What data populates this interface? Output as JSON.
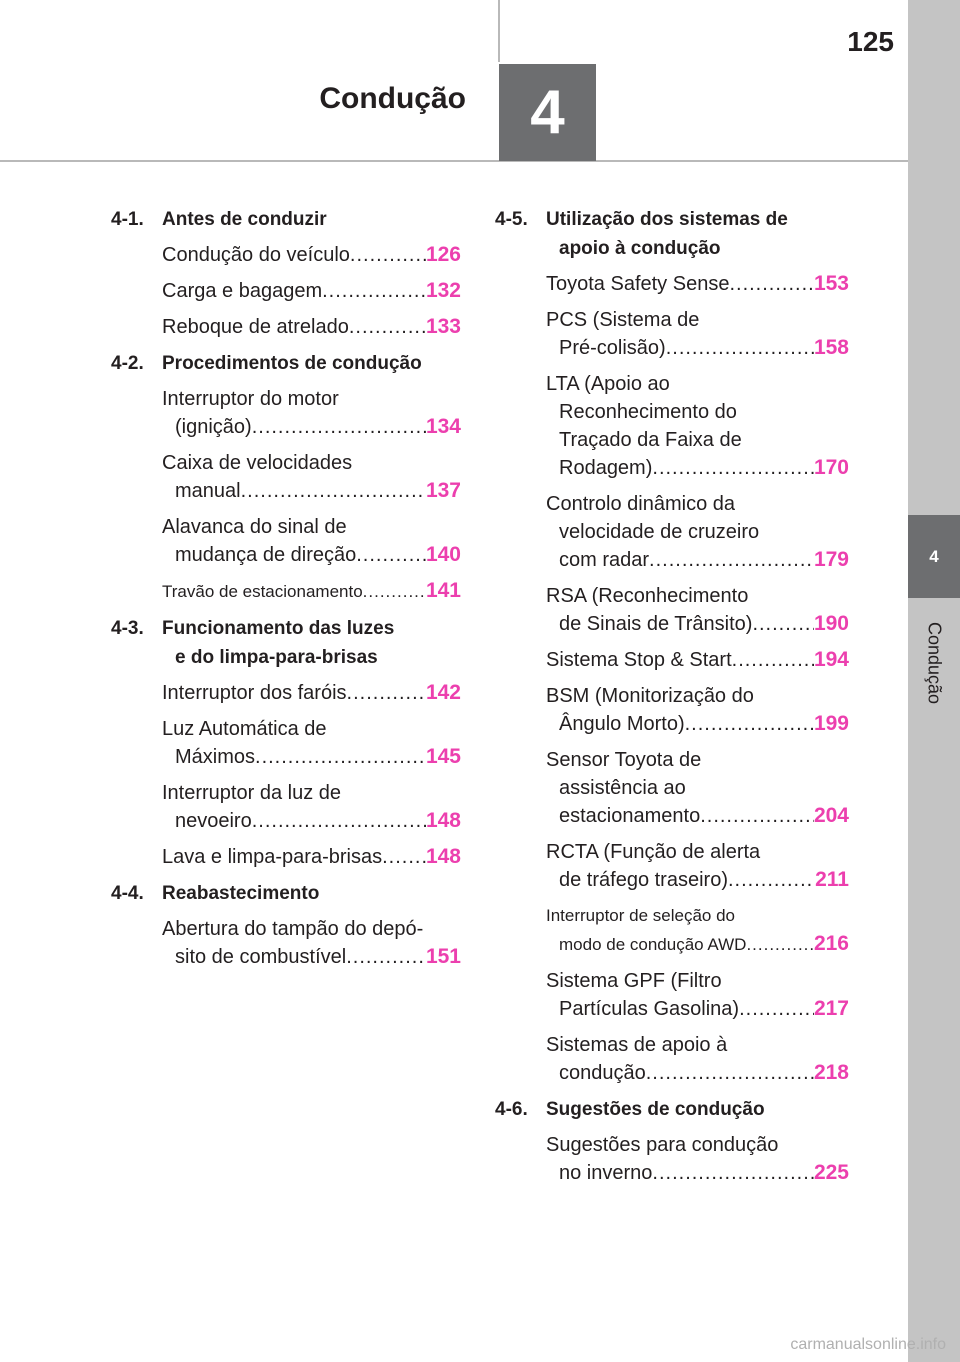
{
  "page_number": "125",
  "chapter_number": "4",
  "chapter_title": "Condução",
  "side_tab_number": "4",
  "side_tab_label": "Condução",
  "footer_text": "carmanualsonline.info",
  "sections_left": [
    {
      "number": "4-1.",
      "title_lines": [
        "Antes de conduzir"
      ],
      "entries": [
        {
          "lines": [
            "Condução do veículo"
          ],
          "page": "126"
        },
        {
          "lines": [
            "Carga e bagagem"
          ],
          "page": "132"
        },
        {
          "lines": [
            "Reboque de atrelado"
          ],
          "page": "133"
        }
      ]
    },
    {
      "number": "4-2.",
      "title_lines": [
        "Procedimentos de condução"
      ],
      "entries": [
        {
          "lines": [
            "Interruptor do motor",
            "(ignição)"
          ],
          "page": "134"
        },
        {
          "lines": [
            "Caixa de velocidades",
            "manual"
          ],
          "page": "137"
        },
        {
          "lines": [
            "Alavanca do sinal de",
            "mudança de direção"
          ],
          "page": "140"
        },
        {
          "lines": [
            "Travão de estacionamento"
          ],
          "page": "141",
          "small": true
        }
      ]
    },
    {
      "number": "4-3.",
      "title_lines": [
        "Funcionamento das luzes",
        "e do limpa-para-brisas"
      ],
      "entries": [
        {
          "lines": [
            "Interruptor dos faróis"
          ],
          "page": "142"
        },
        {
          "lines": [
            "Luz Automática de",
            "Máximos"
          ],
          "page": "145"
        },
        {
          "lines": [
            "Interruptor da luz de",
            "nevoeiro"
          ],
          "page": "148"
        },
        {
          "lines": [
            "Lava e limpa-para-brisas"
          ],
          "page": "148"
        }
      ]
    },
    {
      "number": "4-4.",
      "title_lines": [
        "Reabastecimento"
      ],
      "entries": [
        {
          "lines": [
            "Abertura do tampão do depó-",
            "sito de combustível"
          ],
          "page": "151"
        }
      ]
    }
  ],
  "sections_right": [
    {
      "number": "4-5.",
      "title_lines": [
        "Utilização dos sistemas de",
        "apoio à condução"
      ],
      "entries": [
        {
          "lines": [
            "Toyota Safety Sense"
          ],
          "page": "153"
        },
        {
          "lines": [
            "PCS (Sistema de",
            "Pré-colisão)"
          ],
          "page": "158"
        },
        {
          "lines": [
            "LTA (Apoio ao",
            "Reconhecimento do",
            "Traçado da Faixa de",
            "Rodagem)"
          ],
          "page": "170"
        },
        {
          "lines": [
            "Controlo dinâmico da",
            "velocidade de cruzeiro",
            "com radar"
          ],
          "page": "179"
        },
        {
          "lines": [
            "RSA (Reconhecimento",
            "de Sinais de Trânsito)"
          ],
          "page": "190"
        },
        {
          "lines": [
            "Sistema Stop & Start"
          ],
          "page": "194"
        },
        {
          "lines": [
            "BSM (Monitorização do",
            "Ângulo Morto)"
          ],
          "page": "199"
        },
        {
          "lines": [
            "Sensor Toyota de",
            "assistência ao",
            "estacionamento"
          ],
          "page": "204"
        },
        {
          "lines": [
            "RCTA (Função de alerta",
            "de tráfego traseiro)"
          ],
          "page": "211"
        },
        {
          "lines": [
            "Interruptor de seleção do",
            "modo de condução AWD"
          ],
          "page": "216",
          "small": true
        },
        {
          "lines": [
            "Sistema GPF (Filtro",
            "Partículas Gasolina)"
          ],
          "page": "217"
        },
        {
          "lines": [
            "Sistemas de apoio à",
            "condução"
          ],
          "page": "218"
        }
      ]
    },
    {
      "number": "4-6.",
      "title_lines": [
        "Sugestões de condução"
      ],
      "entries": [
        {
          "lines": [
            "Sugestões para condução",
            "no inverno"
          ],
          "page": "225"
        }
      ]
    }
  ]
}
